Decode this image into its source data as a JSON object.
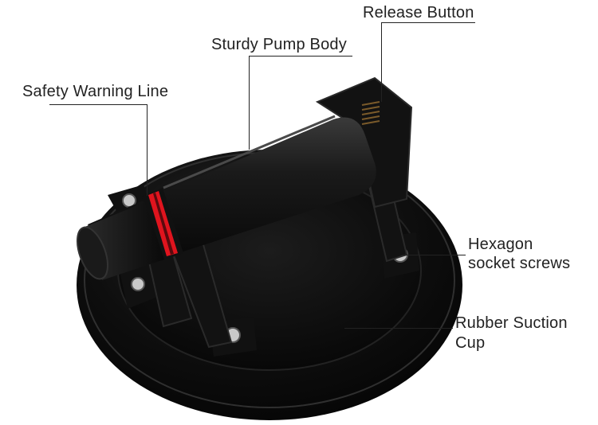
{
  "labels": {
    "release_button": "Release Button",
    "pump_body": "Sturdy Pump Body",
    "safety_line": "Safety Warning Line",
    "hex_screws_line1": "Hexagon",
    "hex_screws_line2": "socket screws",
    "suction_cup_line1": "Rubber Suction",
    "suction_cup_line2": "Cup"
  },
  "colors": {
    "rubber": "#0d0d0d",
    "metal": "#1a1a1a",
    "warning_ring": "#e0141e",
    "screw": "#c9c9c9"
  }
}
